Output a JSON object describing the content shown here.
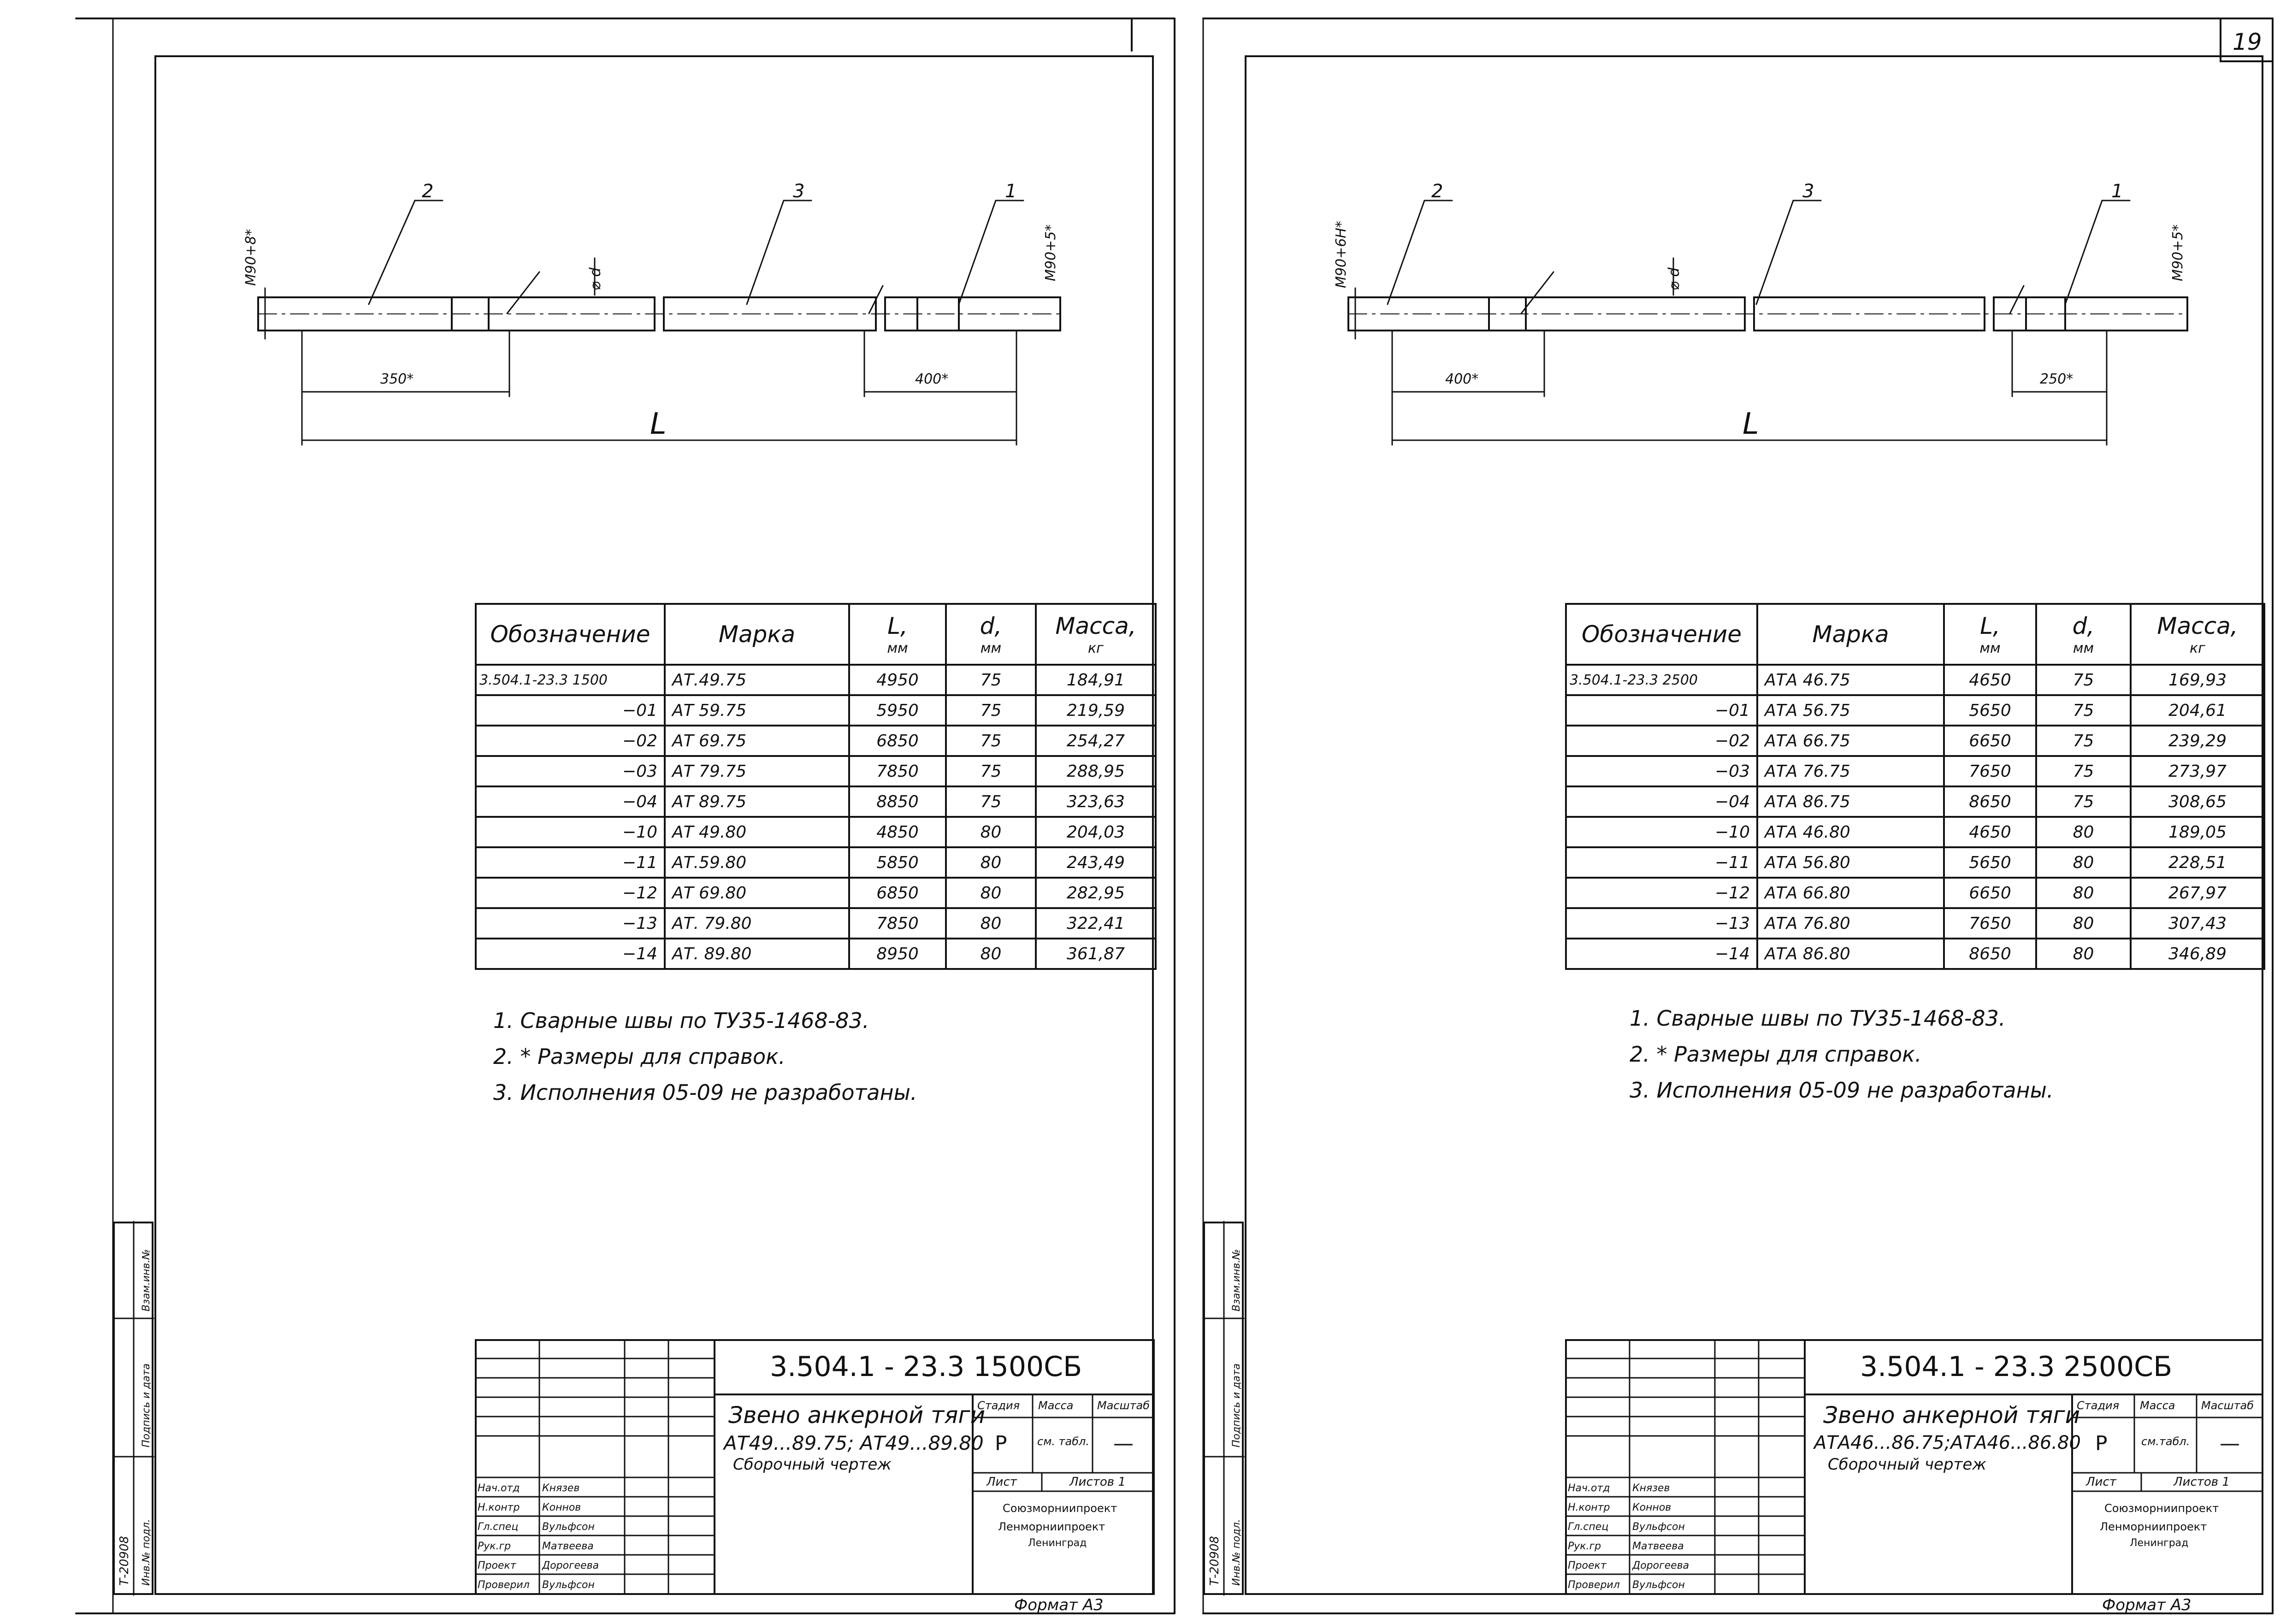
{
  "page_number": "19",
  "sheets": [
    {
      "drawing": {
        "callouts": [
          "2",
          "3",
          "1"
        ],
        "left_thread": "М90+8*",
        "right_thread": "М90+5*",
        "diameter": "⌀ d",
        "dim_left": "350*",
        "dim_right": "400*",
        "dim_total": "L"
      },
      "table": {
        "headers": {
          "designation": "Обозначение",
          "mark": "Марка",
          "length": "L,",
          "length_unit": "мм",
          "diam": "d,",
          "diam_unit": "мм",
          "mass": "Масса,",
          "mass_unit": "кг"
        },
        "rows": [
          {
            "des": "3.504.1-23.3  1500",
            "mark": "АТ.49.75",
            "l": "4950",
            "d": "75",
            "m": "184,91"
          },
          {
            "des": "−01",
            "mark": "АТ 59.75",
            "l": "5950",
            "d": "75",
            "m": "219,59"
          },
          {
            "des": "−02",
            "mark": "АТ 69.75",
            "l": "6850",
            "d": "75",
            "m": "254,27"
          },
          {
            "des": "−03",
            "mark": "АТ 79.75",
            "l": "7850",
            "d": "75",
            "m": "288,95"
          },
          {
            "des": "−04",
            "mark": "АТ 89.75",
            "l": "8850",
            "d": "75",
            "m": "323,63"
          },
          {
            "des": "−10",
            "mark": "АТ 49.80",
            "l": "4850",
            "d": "80",
            "m": "204,03"
          },
          {
            "des": "−11",
            "mark": "АТ.59.80",
            "l": "5850",
            "d": "80",
            "m": "243,49"
          },
          {
            "des": "−12",
            "mark": "АТ 69.80",
            "l": "6850",
            "d": "80",
            "m": "282,95"
          },
          {
            "des": "−13",
            "mark": "АТ. 79.80",
            "l": "7850",
            "d": "80",
            "m": "322,41"
          },
          {
            "des": "−14",
            "mark": "АТ. 89.80",
            "l": "8950",
            "d": "80",
            "m": "361,87"
          }
        ]
      },
      "notes": [
        "1. Сварные   швы    по        ТУ35-1468-83.",
        "2. * Размеры   для    справок.",
        "3. Исполнения  05-09  не разработаны."
      ],
      "title_block": {
        "code": "3.504.1 - 23.3   1500СБ",
        "name": "Звено анкерной тяги",
        "marks": "АТ49...89.75; АТ49...89.80",
        "doc_type": "Сборочный   чертеж",
        "stage_label": "Стадия",
        "mass_label": "Масса",
        "scale_label": "Масштаб",
        "stage": "Р",
        "mass": "см. табл.",
        "scale": "—",
        "sheet_label": "Лист",
        "sheets_label": "Листов 1",
        "org": [
          "Союзморниипроект",
          "Ленморниипроект",
          "Ленинград"
        ],
        "roles": [
          "Нач.отд",
          "Н.контр",
          "Гл.спец",
          "Рук.гр",
          "Проект",
          "Проверил"
        ],
        "names": [
          "Князев",
          "Коннов",
          "Вульфсон",
          "Матвеева",
          "Дорогеева",
          "Вульфсон"
        ],
        "side_labels": [
          "Инв.№ подл.",
          "Подпись и дата",
          "Взам.инв.№"
        ],
        "inv_no": "Т-20908"
      },
      "format": "Формат А3"
    },
    {
      "drawing": {
        "callouts": [
          "2",
          "3",
          "1"
        ],
        "left_thread": "М90+6Н*",
        "right_thread": "М90+5*",
        "diameter": "⌀ d",
        "dim_left": "400*",
        "dim_right": "250*",
        "dim_total": "L"
      },
      "table": {
        "headers": {
          "designation": "Обозначение",
          "mark": "Марка",
          "length": "L,",
          "length_unit": "мм",
          "diam": "d,",
          "diam_unit": "мм",
          "mass": "Масса,",
          "mass_unit": "кг"
        },
        "rows": [
          {
            "des": "3.504.1-23.3  2500",
            "mark": "АТА 46.75",
            "l": "4650",
            "d": "75",
            "m": "169,93"
          },
          {
            "des": "−01",
            "mark": "АТА 56.75",
            "l": "5650",
            "d": "75",
            "m": "204,61"
          },
          {
            "des": "−02",
            "mark": "АТА 66.75",
            "l": "6650",
            "d": "75",
            "m": "239,29"
          },
          {
            "des": "−03",
            "mark": "АТА 76.75",
            "l": "7650",
            "d": "75",
            "m": "273,97"
          },
          {
            "des": "−04",
            "mark": "АТА 86.75",
            "l": "8650",
            "d": "75",
            "m": "308,65"
          },
          {
            "des": "−10",
            "mark": "АТА 46.80",
            "l": "4650",
            "d": "80",
            "m": "189,05"
          },
          {
            "des": "−11",
            "mark": "АТА 56.80",
            "l": "5650",
            "d": "80",
            "m": "228,51"
          },
          {
            "des": "−12",
            "mark": "АТА 66.80",
            "l": "6650",
            "d": "80",
            "m": "267,97"
          },
          {
            "des": "−13",
            "mark": "АТА 76.80",
            "l": "7650",
            "d": "80",
            "m": "307,43"
          },
          {
            "des": "−14",
            "mark": "АТА 86.80",
            "l": "8650",
            "d": "80",
            "m": "346,89"
          }
        ]
      },
      "notes": [
        "1. Сварные    швы     по         ТУ35-1468-83.",
        "2. * Размеры   для    справок.",
        "3. Исполнения  05-09  не разработаны."
      ],
      "title_block": {
        "code": "3.504.1 - 23.3   2500СБ",
        "name": "Звено анкерной тяги",
        "marks": "АТА46...86.75;АТА46...86.80",
        "doc_type": "Сборочный   чертеж",
        "stage_label": "Стадия",
        "mass_label": "Масса",
        "scale_label": "Масштаб",
        "stage": "Р",
        "mass": "см.табл.",
        "scale": "—",
        "sheet_label": "Лист",
        "sheets_label": "Листов 1",
        "org": [
          "Союзморниипроект",
          "Ленморниипроект",
          "Ленинград"
        ],
        "roles": [
          "Нач.отд",
          "Н.контр",
          "Гл.спец",
          "Рук.гр",
          "Проект",
          "Проверил"
        ],
        "names": [
          "Князев",
          "Коннов",
          "Вульфсон",
          "Матвеева",
          "Дорогеева",
          "Вульфсон"
        ],
        "side_labels": [
          "Инв.№ подл.",
          "Подпись и дата",
          "Взам.инв.№"
        ],
        "inv_no": "Т-20908"
      },
      "format": "Формат А3"
    }
  ]
}
